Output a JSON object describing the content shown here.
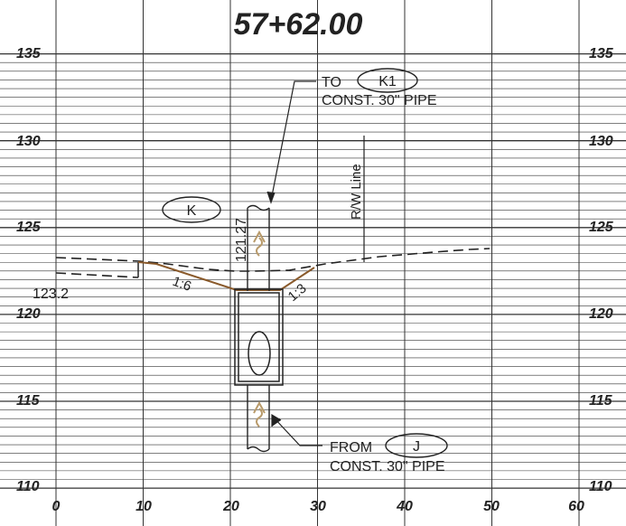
{
  "title": "57+62.00",
  "elevation_labels": [
    "135",
    "130",
    "125",
    "120",
    "115",
    "110"
  ],
  "offset_labels": [
    "0",
    "10",
    "20",
    "30",
    "40",
    "50",
    "60"
  ],
  "structure_top_label": "K",
  "structure_bottom_label": "J",
  "pipe_invert_label": "121.27",
  "pipe_to_prefix": "TO",
  "pipe_to_structure": "K1",
  "pipe_to_desc": "CONST. 30\" PIPE",
  "pipe_from_prefix": "FROM",
  "pipe_from_structure": "J",
  "pipe_from_desc": "CONST. 30\" PIPE",
  "row_label": "R/W Line",
  "ground_elevation_label": "123.2",
  "slope_left": "1:6",
  "slope_right": "1:3",
  "colors": {
    "grid": "#333333",
    "existing_ground": "#222222",
    "proposed_grading": "#8a5a2b",
    "flow_arrow": "#b89a6a"
  }
}
